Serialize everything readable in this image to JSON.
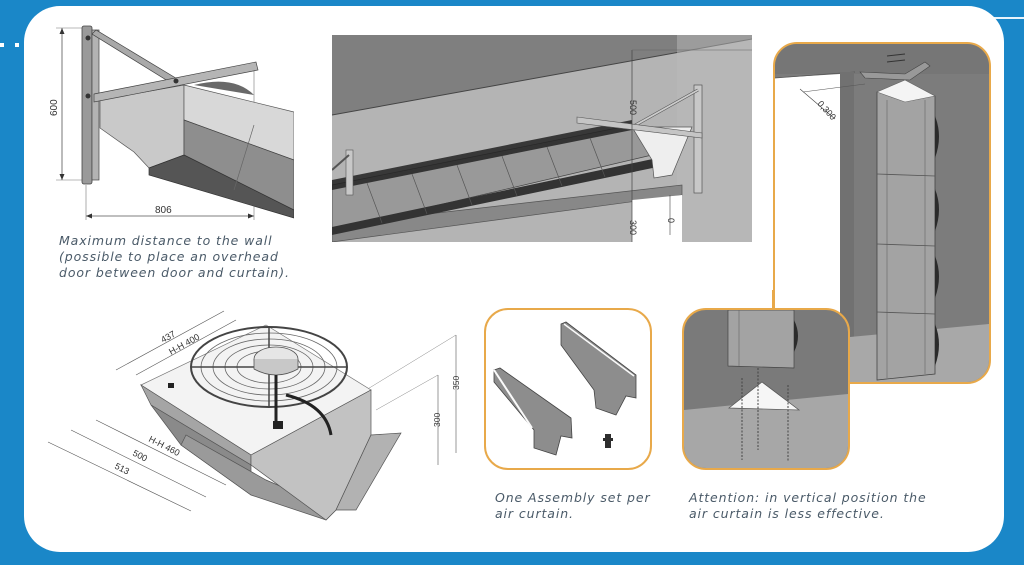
{
  "page": {
    "background_color": "#1a87c8",
    "panel_color": "#ffffff",
    "accent_border_color": "#e8a94a",
    "caption_color": "#4a5a68"
  },
  "figures": {
    "wall_distance": {
      "dim_height": "600",
      "dim_width": "806",
      "caption": "Maximum distance to the wall\n(possible to place an overhead\ndoor between door and curtain)."
    },
    "overhead_install": {
      "dim_top": "500",
      "dim_bottom": "300",
      "dim_zero": "0"
    },
    "vertical_install": {
      "dim_gap": "0,300"
    },
    "fan_unit": {
      "dim_depth": "437",
      "dim_hole_depth": "H-H 400",
      "dim_hole_width": "H-H 460",
      "dim_width_inner": "500",
      "dim_width_outer": "513",
      "dim_height_total": "350",
      "dim_height_body": "300"
    },
    "assembly_set": {
      "caption": "One Assembly set per\nair curtain."
    },
    "vertical_attention": {
      "caption": "Attention: in vertical position the\nair curtain is less effective."
    }
  }
}
